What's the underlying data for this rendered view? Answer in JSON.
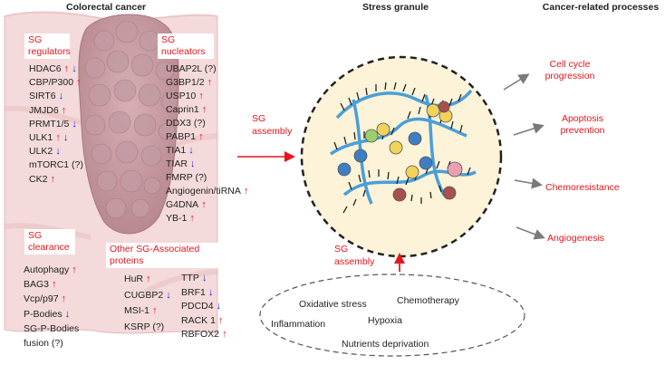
{
  "headers": {
    "colorectal": "Colorectal cancer",
    "stress_granule": "Stress granule",
    "cancer_processes": "Cancer-related processes"
  },
  "sg_regulators": {
    "title": "SG regulators",
    "items": [
      {
        "name": "HDAC6",
        "arrows": [
          "up",
          "down"
        ]
      },
      {
        "name": "CBP/P300",
        "arrows": [
          "up"
        ]
      },
      {
        "name": "SIRT6",
        "arrows": [
          "down"
        ]
      },
      {
        "name": "JMJD6",
        "arrows": [
          "up"
        ]
      },
      {
        "name": "PRMT1/5",
        "arrows": [
          "down"
        ]
      },
      {
        "name": "ULK1",
        "arrows": [
          "up",
          "down"
        ]
      },
      {
        "name": "ULK2",
        "arrows": [
          "down"
        ]
      },
      {
        "name": "mTORC1 (?)",
        "arrows": []
      },
      {
        "name": "CK2",
        "arrows": [
          "up"
        ]
      }
    ]
  },
  "sg_nucleators": {
    "title": "SG nucleators",
    "items": [
      {
        "name": "UBAP2L (?)",
        "arrows": []
      },
      {
        "name": "G3BP1/2",
        "arrows": [
          "up"
        ]
      },
      {
        "name": "USP10",
        "arrows": [
          "up"
        ]
      },
      {
        "name": "Caprin1",
        "arrows": [
          "up"
        ]
      },
      {
        "name": "DDX3 (?)",
        "arrows": []
      },
      {
        "name": "PABP1",
        "arrows": [
          "up"
        ]
      },
      {
        "name": "TIA1",
        "arrows": [
          "down"
        ]
      },
      {
        "name": "TIAR",
        "arrows": [
          "down"
        ]
      },
      {
        "name": "FMRP (?)",
        "arrows": []
      },
      {
        "name": "Angiogenin/tiRNA",
        "arrows": [
          "up"
        ]
      },
      {
        "name": "G4DNA",
        "arrows": [
          "up"
        ]
      },
      {
        "name": "YB-1",
        "arrows": [
          "up"
        ]
      }
    ]
  },
  "sg_clearance": {
    "title": "SG clearance",
    "items": [
      {
        "name": "Autophagy",
        "arrows": [
          "up"
        ]
      },
      {
        "name": "BAG3",
        "arrows": [
          "up"
        ]
      },
      {
        "name": "Vcp/p97",
        "arrows": [
          "up"
        ]
      },
      {
        "name": "P-Bodies",
        "arrows": [
          "down"
        ]
      },
      {
        "name": "SG-P-Bodies",
        "arrows": []
      },
      {
        "name": "fusion (?)",
        "arrows": []
      }
    ]
  },
  "other_sg": {
    "title": "Other SG-Associated proteins",
    "col1": [
      {
        "name": "HuR",
        "arrows": [
          "up"
        ]
      },
      {
        "name": "CUGBP2",
        "arrows": [
          "down"
        ]
      },
      {
        "name": "MSI-1",
        "arrows": [
          "up"
        ]
      },
      {
        "name": "KSRP (?)",
        "arrows": []
      }
    ],
    "col2": [
      {
        "name": "TTP",
        "arrows": [
          "down"
        ]
      },
      {
        "name": "BRF1",
        "arrows": [
          "down"
        ]
      },
      {
        "name": "PDCD4",
        "arrows": [
          "down"
        ]
      },
      {
        "name": "RACK 1",
        "arrows": [
          "up"
        ]
      },
      {
        "name": "RBFOX2",
        "arrows": [
          "up"
        ]
      }
    ]
  },
  "sg_assembly_labels": [
    "SG assembly",
    "SG assembly"
  ],
  "stress_factors": [
    "Oxidative stress",
    "Chemotherapy",
    "Inflammation",
    "Hypoxia",
    "Nutrients deprivation"
  ],
  "processes": [
    "Cell cycle progression",
    "Apoptosis prevention",
    "Chemoresistance",
    "Angiogenesis"
  ],
  "colors": {
    "red": "#e8141b",
    "blue": "#1c1ce0",
    "tissue": "#f2d4d4",
    "tumor": "#c99aa2",
    "granule_fill": "#fdf3d8",
    "rna": "#4a9fd8"
  }
}
